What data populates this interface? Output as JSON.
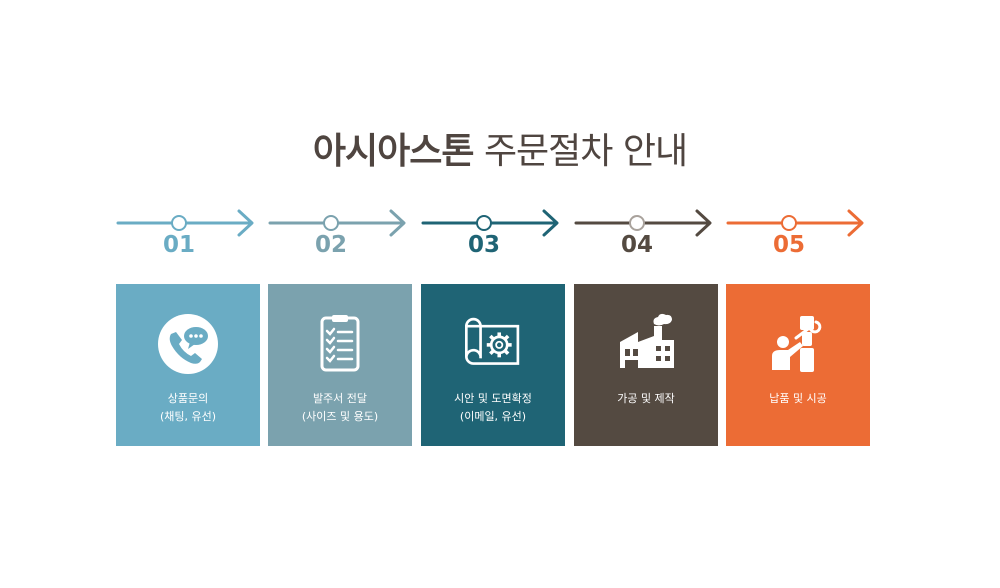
{
  "title": {
    "brand": "아시아스톤",
    "rest": "주문절차 안내"
  },
  "steps": [
    {
      "number": "01",
      "line1": "상품문의",
      "line2": "(채팅, 유선)",
      "icon": "phone-chat-icon",
      "color": "#6aacc4"
    },
    {
      "number": "02",
      "line1": "발주서 전달",
      "line2": "(사이즈 및 용도)",
      "icon": "clipboard-checklist-icon",
      "color": "#7ba2ae"
    },
    {
      "number": "03",
      "line1": "시안 및 도면확정",
      "line2": "(이메일, 유선)",
      "icon": "blueprint-gear-icon",
      "color": "#1f6475"
    },
    {
      "number": "04",
      "line1": "가공 및 제작",
      "line2": "",
      "icon": "factory-icon",
      "color": "#544a41"
    },
    {
      "number": "05",
      "line1": "납품 및 시공",
      "line2": "",
      "icon": "worker-install-icon",
      "color": "#ec6c35"
    }
  ]
}
